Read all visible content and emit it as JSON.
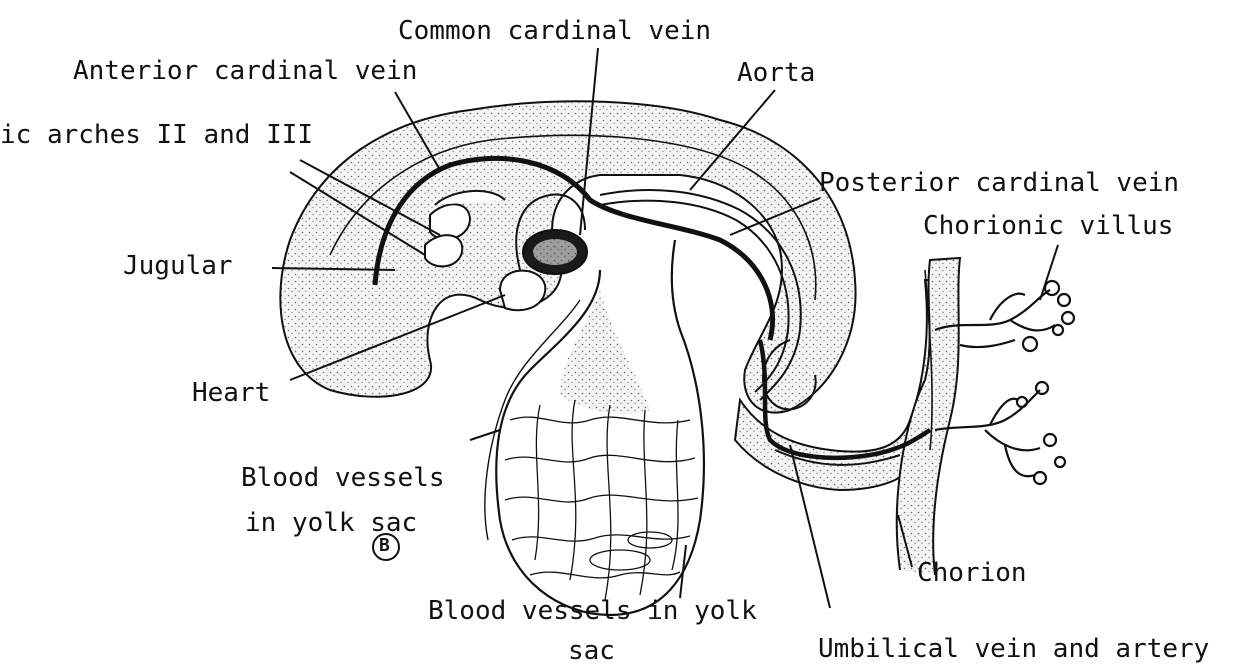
{
  "figure": {
    "labels": {
      "common_cardinal_vein": "Common cardinal vein",
      "anterior_cardinal_vein": "Anterior cardinal vein",
      "aorta": "Aorta",
      "aortic_arches": "ic arches II and III",
      "posterior_cardinal_vein": "Posterior cardinal vein",
      "chorionic_villus": "Chorionic villus",
      "jugular": "Jugular",
      "heart": "Heart",
      "blood_vessels_yolk_sac_1a": "Blood vessels",
      "blood_vessels_yolk_sac_1b": "in yolk sac",
      "circled_marker": "B",
      "chorion": "Chorion",
      "blood_vessels_yolk_sac_2a": "Blood vessels in yolk",
      "blood_vessels_yolk_sac_2b": "sac",
      "umbilical_vessels": "Umbilical vein and artery"
    },
    "colors": {
      "ink": "#111111",
      "stipple": "#9a9a9a",
      "background": "#ffffff"
    }
  }
}
